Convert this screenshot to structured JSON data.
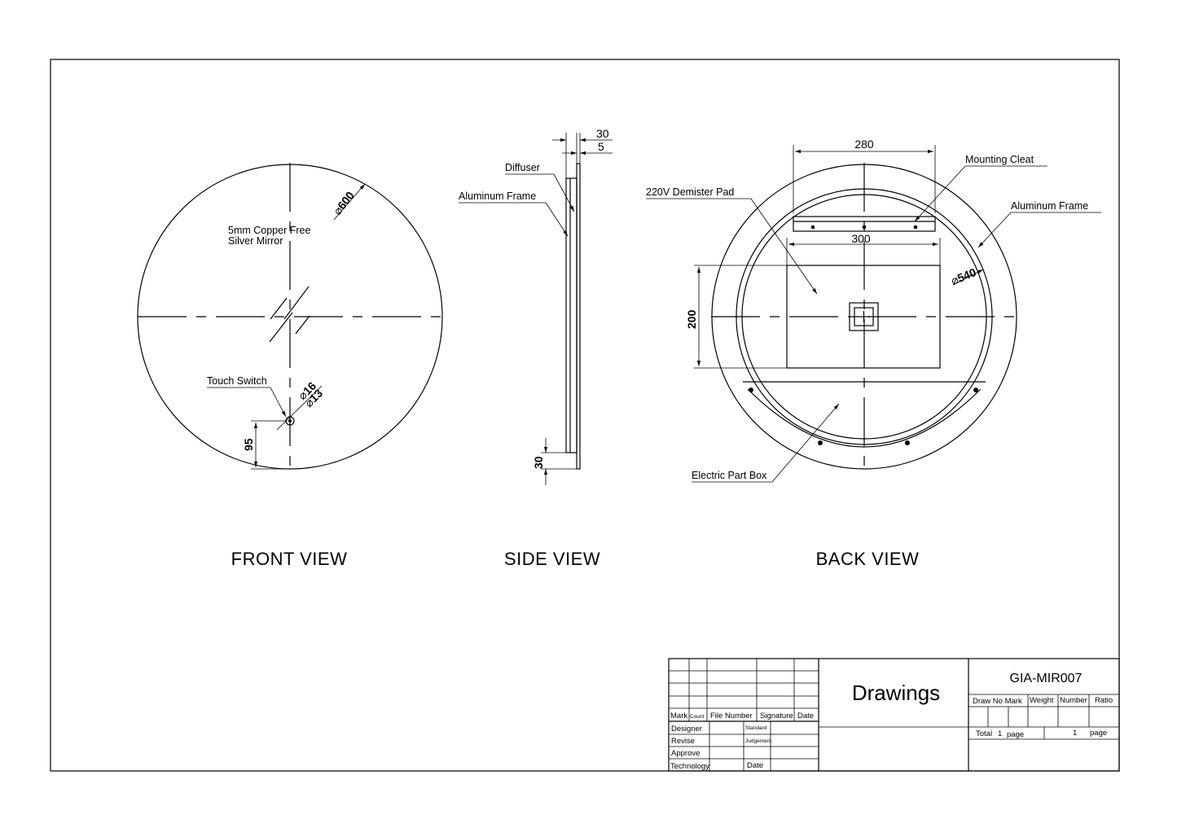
{
  "views": {
    "front": {
      "title": "FRONT VIEW",
      "dia": "600",
      "mirror_line1": "5mm Copper Free",
      "mirror_line2": "Silver Mirror",
      "touch": "Touch Switch",
      "d16": "16",
      "d13": "13",
      "h95": "95"
    },
    "side": {
      "title": "SIDE VIEW",
      "dim30_top": "30",
      "dim5": "5",
      "diffuser": "Diffuser",
      "frame": "Aluminum Frame",
      "dim30_bottom": "30"
    },
    "back": {
      "title": "BACK VIEW",
      "dim280": "280",
      "cleat": "Mounting Cleat",
      "demister": "220V Demister Pad",
      "frame": "Aluminum Frame",
      "dim300": "300",
      "dia540": "540",
      "dim200": "200",
      "box": "Electric Part Box"
    }
  },
  "title_block": {
    "name": "Drawings",
    "code": "GIA-MIR007",
    "mark": "Mark",
    "count": "Count",
    "file_number": "File Number",
    "signature": "Signature",
    "date": "Date",
    "designer": "Designer",
    "standard": "Standard",
    "revise": "Revise",
    "judgement": "Judgement",
    "approve": "Approve",
    "technology": "Technology",
    "date2": "Date",
    "draw_no_mark": "Draw No Mark",
    "weight": "Weight",
    "number": "Number",
    "ratio": "Ratio",
    "total": "Total",
    "total_pages": "1",
    "page": "page",
    "page_no": "1",
    "page2": "page"
  }
}
